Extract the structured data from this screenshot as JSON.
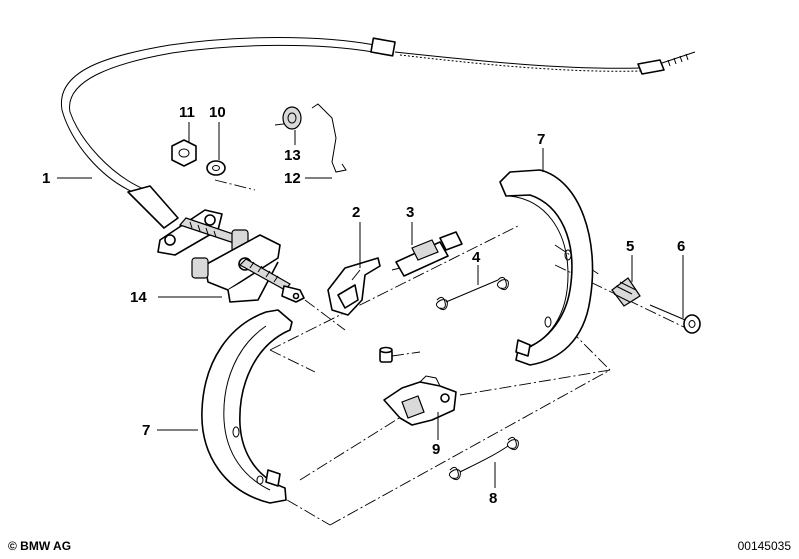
{
  "labels": {
    "l1": "1",
    "l2": "2",
    "l3": "3",
    "l4": "4",
    "l5": "5",
    "l6": "6",
    "l7a": "7",
    "l7b": "7",
    "l8": "8",
    "l9": "9",
    "l10": "10",
    "l11": "11",
    "l12": "12",
    "l13": "13",
    "l14": "14"
  },
  "footer": {
    "copyright": "© BMW AG",
    "catalog_number": "00145035"
  }
}
